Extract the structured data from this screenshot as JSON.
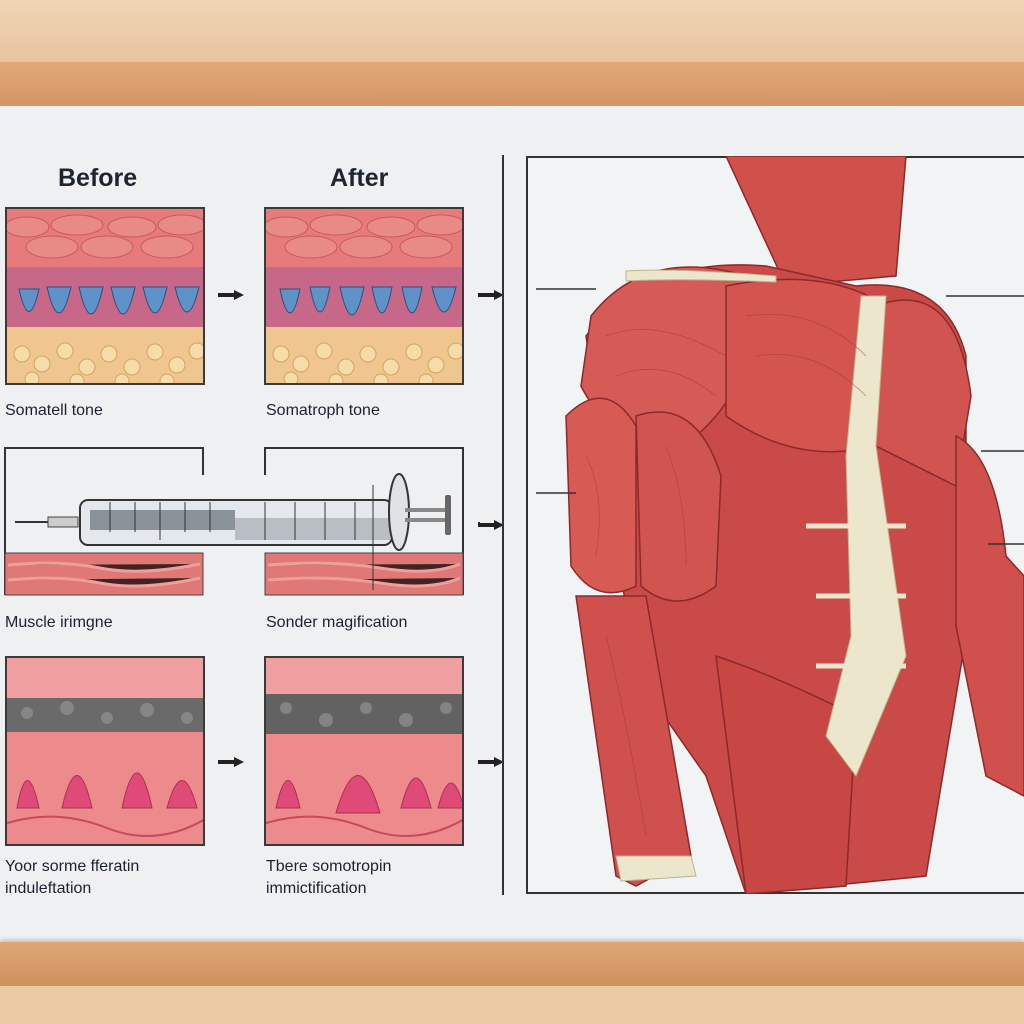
{
  "headers": {
    "before": "Before",
    "after": "After"
  },
  "labels": {
    "row1_left": "Somatell tone",
    "row1_right": "Somatroph tone",
    "row2_left": "Muscle irimgne",
    "row2_right": "Sonder magification",
    "row3_left_line1": "Yoor sorme fferatin",
    "row3_left_line2": "induleftation",
    "row3_right_line1": "Tbere somotropin",
    "row3_right_line2": "immictification"
  },
  "colors": {
    "muscle": "#d0504c",
    "tendon": "#ece8d2",
    "frame": "#d89a6a",
    "board": "#eef0f2",
    "fat": "#f2cf8c",
    "gland": "#5b8fc4"
  }
}
